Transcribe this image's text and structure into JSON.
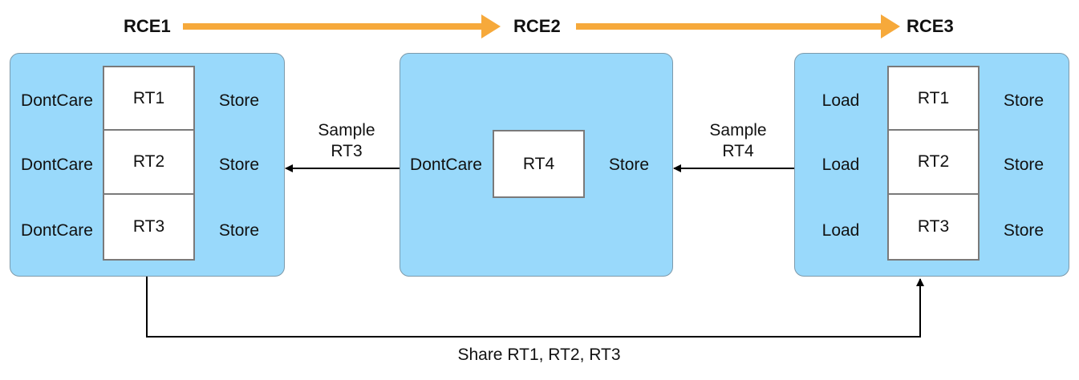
{
  "stages": [
    {
      "id": "rce1",
      "label": "RCE1"
    },
    {
      "id": "rce2",
      "label": "RCE2"
    },
    {
      "id": "rce3",
      "label": "RCE3"
    }
  ],
  "panels": {
    "rce1": {
      "rows": [
        {
          "load": "DontCare",
          "target": "RT1",
          "store": "Store"
        },
        {
          "load": "DontCare",
          "target": "RT2",
          "store": "Store"
        },
        {
          "load": "DontCare",
          "target": "RT3",
          "store": "Store"
        }
      ]
    },
    "rce2": {
      "rows": [
        {
          "load": "DontCare",
          "target": "RT4",
          "store": "Store"
        }
      ]
    },
    "rce3": {
      "rows": [
        {
          "load": "Load",
          "target": "RT1",
          "store": "Store"
        },
        {
          "load": "Load",
          "target": "RT2",
          "store": "Store"
        },
        {
          "load": "Load",
          "target": "RT3",
          "store": "Store"
        }
      ]
    }
  },
  "edges": {
    "sample_rt3": {
      "line1": "Sample",
      "line2": "RT3"
    },
    "sample_rt4": {
      "line1": "Sample",
      "line2": "RT4"
    },
    "share": {
      "label": "Share RT1, RT2, RT3"
    }
  },
  "colors": {
    "panel_fill": "#99d9fb",
    "panel_border": "#7d9aab",
    "flow_arrow": "#f6a93b",
    "connector": "#000000"
  }
}
